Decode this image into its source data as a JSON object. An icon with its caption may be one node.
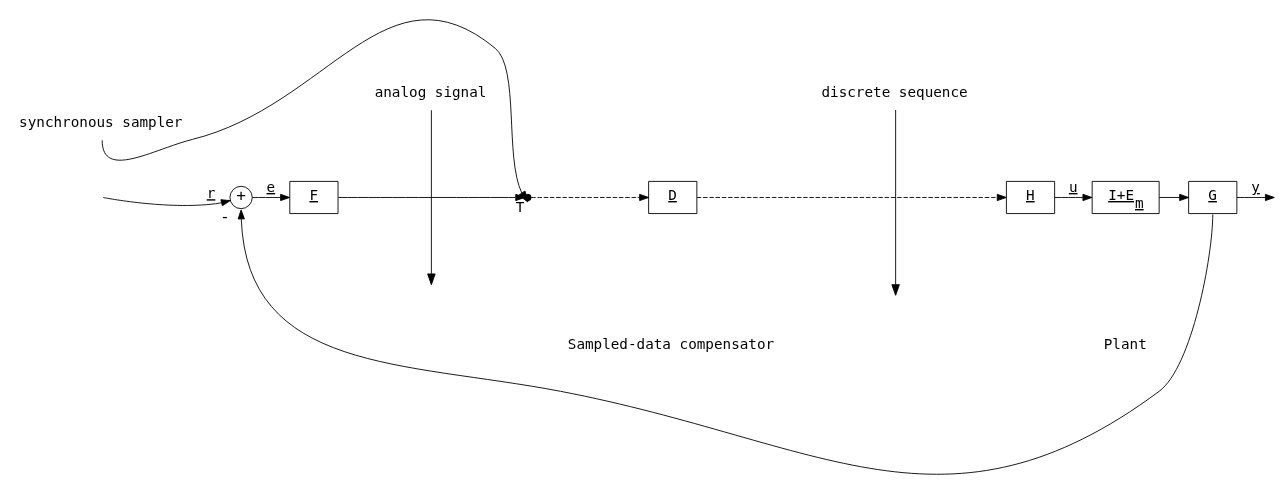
{
  "diagram": {
    "nodes": [
      {
        "text": [
          "+"
        ],
        "beside": [
          "-"
        ]
      },
      {
        "text": [
          "F"
        ]
      },
      {
        "text": [],
        "shape": "switch",
        "beside": [
          "T"
        ]
      },
      {
        "text": [
          "D"
        ]
      },
      {
        "text": [
          "H"
        ]
      },
      {
        "text": [
          "I+E$_{m}$"
        ]
      },
      {
        "text": [
          "G"
        ]
      },
      {
        "text": [
          "analog signal"
        ]
      },
      {
        "text": [
          "synchronous sampler"
        ]
      },
      {
        "text": [
          "discrete sequence"
        ]
      }
    ],
    "edges": [
      {
        "from": null,
        "to": 0,
        "arrow": "to",
        "label": "r"
      },
      {
        "from": 0,
        "to": 1,
        "arrow": "to",
        "label": "e"
      },
      {
        "from": 1,
        "to": 2,
        "arrow": "to"
      },
      {
        "from": 2,
        "to": 3,
        "arrow": "to",
        "style": "dashed"
      },
      {
        "from": 3,
        "to": 4,
        "arrow": "to",
        "style": "dashed"
      },
      {
        "from": 4,
        "to": 5,
        "arrow": "to",
        "label": "u"
      },
      {
        "from": 5,
        "to": 6,
        "arrow": "to"
      },
      {
        "from": 6,
        "to": null,
        "arrow": "to",
        "label": "y"
      },
      {
        "from": 6,
        "to": 0,
        "arrow": "to"
      },
      {
        "from": 7,
        "to": null,
        "arrow": "to"
      },
      {
        "from": 8,
        "to": 2,
        "arrow": "to"
      },
      {
        "from": 9,
        "to": null,
        "arrow": "to"
      }
    ],
    "labels": [
      "Sampled-data compensator",
      "Plant"
    ]
  }
}
